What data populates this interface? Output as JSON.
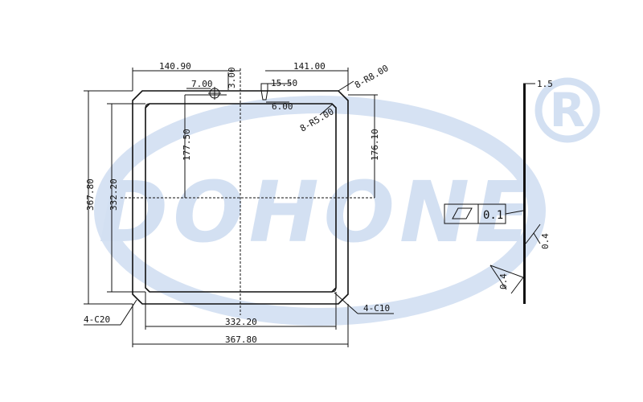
{
  "watermark": {
    "brand": "DOHONE",
    "registered": "R"
  },
  "dimensions": {
    "top_left_width": "140.90",
    "top_right_width": "141.00",
    "hole_offset": "7.00",
    "hole_dia": "3.00",
    "slot_width": "15.50",
    "slot_depth": "6.00",
    "outer_corner_radius": "8-R8.00",
    "inner_corner_radius": "8-R5.00",
    "left_height": "177.50",
    "right_height": "176.10",
    "outer_height": "367.80",
    "inner_height": "332.20",
    "inner_width": "332.20",
    "outer_width": "367.80",
    "outer_chamfer": "4-C20",
    "inner_chamfer": "4-C10"
  },
  "side_view": {
    "thickness": "1.5",
    "flatness": "0.1",
    "roughness_upper": "0.4",
    "roughness_lower": "0.4"
  }
}
